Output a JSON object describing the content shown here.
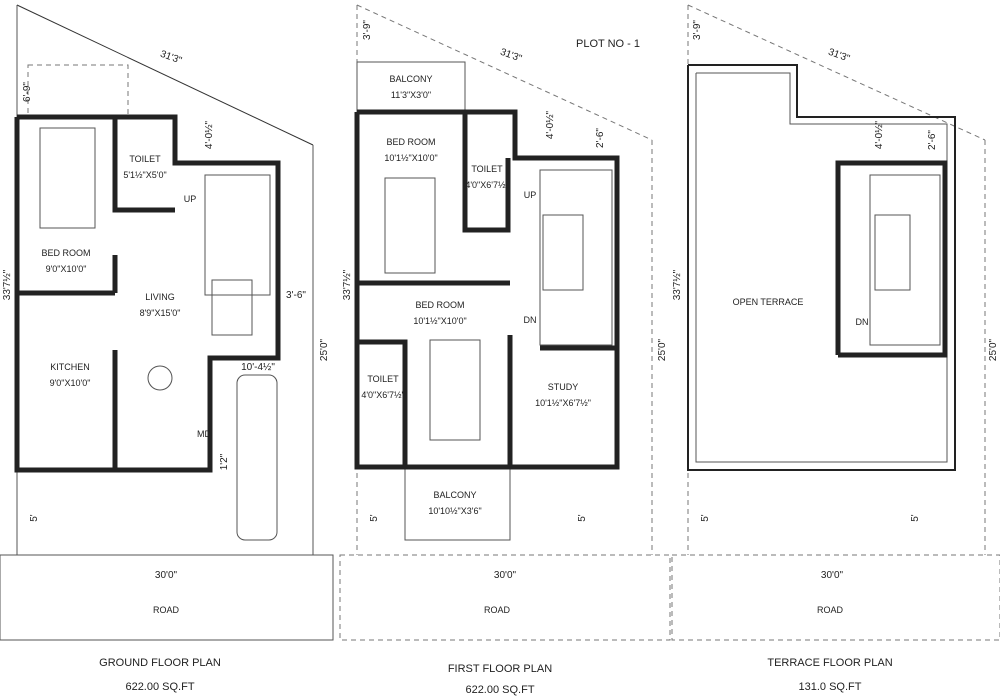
{
  "title": "PLOT NO - 1",
  "plans": [
    {
      "name": "GROUND FLOOR PLAN",
      "area": "622.00 SQ.FT",
      "dims": {
        "top": "31'3\"",
        "left": "33'7½\"",
        "right": "25'0\"",
        "bottom": "30'0\"",
        "setback_top": "6'-9\"",
        "setback_right_top": "4'-0½\"",
        "stair_gap": "3'-6\"",
        "parking": "10'-4½\"",
        "md_gap": "1'2\"",
        "front": "5'"
      },
      "rooms": [
        {
          "name": "TOILET",
          "size": "5'1½\"X5'0\""
        },
        {
          "name": "BED ROOM",
          "size": "9'0\"X10'0\""
        },
        {
          "name": "LIVING",
          "size": "8'9\"X15'0\""
        },
        {
          "name": "KITCHEN",
          "size": "9'0\"X10'0\""
        }
      ],
      "marks": {
        "up": "UP",
        "md": "MD"
      },
      "road": "ROAD"
    },
    {
      "name": "FIRST FLOOR PLAN",
      "area": "622.00 SQ.FT",
      "dims": {
        "top": "31'3\"",
        "left": "33'7½\"",
        "right": "25'0\"",
        "bottom": "30'0\"",
        "setback_top": "3'-9\"",
        "setback_right_top": "4'-0½\"",
        "setback_right_top2": "2'-6\"",
        "front": "5'"
      },
      "rooms": [
        {
          "name": "BALCONY",
          "size": "11'3\"X3'0\""
        },
        {
          "name": "BED ROOM",
          "size": "10'1½\"X10'0\""
        },
        {
          "name": "TOILET",
          "size": "4'0\"X6'7½\""
        },
        {
          "name": "BED ROOM",
          "size": "10'1½\"X10'0\""
        },
        {
          "name": "TOILET",
          "size": "4'0\"X6'7½\""
        },
        {
          "name": "STUDY",
          "size": "10'1½\"X6'7½\""
        },
        {
          "name": "BALCONY",
          "size": "10'10½\"X3'6\""
        }
      ],
      "marks": {
        "up": "UP",
        "dn": "DN"
      },
      "road": "ROAD"
    },
    {
      "name": "TERRACE FLOOR PLAN",
      "area": "131.0 SQ.FT",
      "dims": {
        "top": "31'3\"",
        "left": "33'7½\"",
        "right": "25'0\"",
        "bottom": "30'0\"",
        "setback_top": "3'-9\"",
        "setback_right_top": "4'-0½\"",
        "setback_right_top2": "2'-6\"",
        "front": "5'"
      },
      "rooms": [
        {
          "name": "OPEN TERRACE",
          "size": ""
        }
      ],
      "marks": {
        "dn": "DN"
      },
      "road": "ROAD"
    }
  ]
}
